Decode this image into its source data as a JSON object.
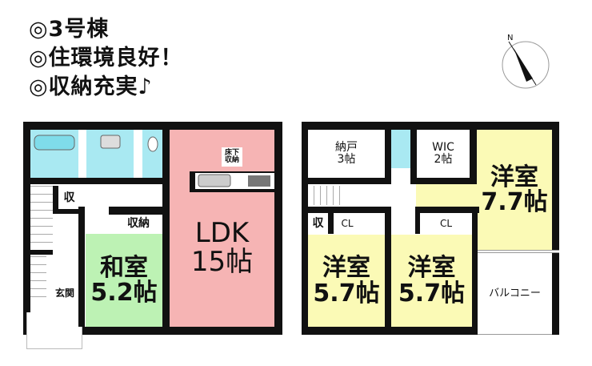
{
  "headline": [
    "◎3号棟",
    "◎住環境良好！",
    "◎収納充実♪"
  ],
  "compass": {
    "label": "N"
  },
  "floor1": {
    "ldk": {
      "name": "LDK",
      "size": "15帖"
    },
    "washitsu": {
      "name": "和室",
      "size": "5.2帖"
    },
    "storage_underfloor": "床下\n収納",
    "storage": "収納",
    "closet": "収",
    "genkan": "玄関"
  },
  "floor2": {
    "nando": {
      "name": "納戸",
      "size": "3帖"
    },
    "wic": {
      "name": "WIC",
      "size": "2帖"
    },
    "room_77": {
      "name": "洋室",
      "size": "7.7帖"
    },
    "room_57_left": {
      "name": "洋室",
      "size": "5.7帖"
    },
    "room_57_right": {
      "name": "洋室",
      "size": "5.7帖"
    },
    "closet": "収",
    "cl_left": "CL",
    "cl_right": "CL",
    "balcony": "バルコニー"
  },
  "colors": {
    "ldk": "#f6b4b4",
    "washitsu": "#bdf2b4",
    "western": "#fbfab6",
    "water": "#a9e9f2"
  }
}
